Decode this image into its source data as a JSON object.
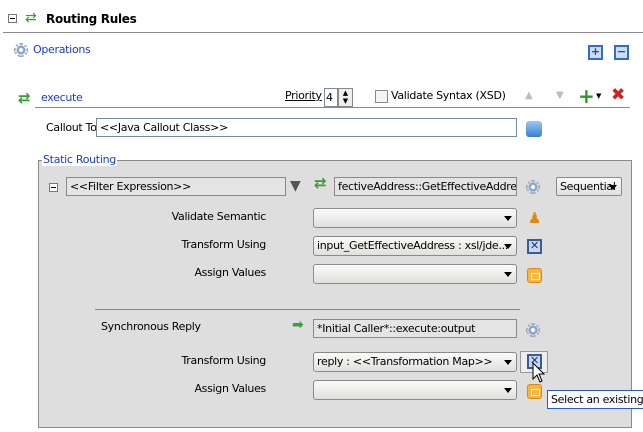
{
  "header": {
    "title": "Routing Rules"
  },
  "operations": {
    "label": "Operations"
  },
  "rule": {
    "name": "execute",
    "priority_label": "Priority",
    "priority_value": "4",
    "validate_syntax_label": "Validate Syntax (XSD)",
    "validate_syntax_checked": false,
    "callout_label": "Callout To",
    "callout_value": "<<Java Callout Class>>"
  },
  "static_routing": {
    "legend": "Static Routing",
    "filter_value": "<<Filter Expression>>",
    "target_value": "fectiveAddress::GetEffectiveAddress",
    "mode": "Sequential",
    "validate_semantic_label": "Validate Semantic",
    "validate_semantic_value": "",
    "transform_label": "Transform Using",
    "transform_value": "input_GetEffectiveAddress : xsl/jde...",
    "assign_label": "Assign Values",
    "assign_value": "",
    "reply": {
      "label": "Synchronous Reply",
      "target_value": "*Initial Caller*::execute:output",
      "transform_label": "Transform Using",
      "transform_value": "reply : <<Transformation Map>>",
      "assign_label": "Assign Values",
      "assign_value": ""
    }
  },
  "tooltip": {
    "text": "Select an existing m"
  }
}
